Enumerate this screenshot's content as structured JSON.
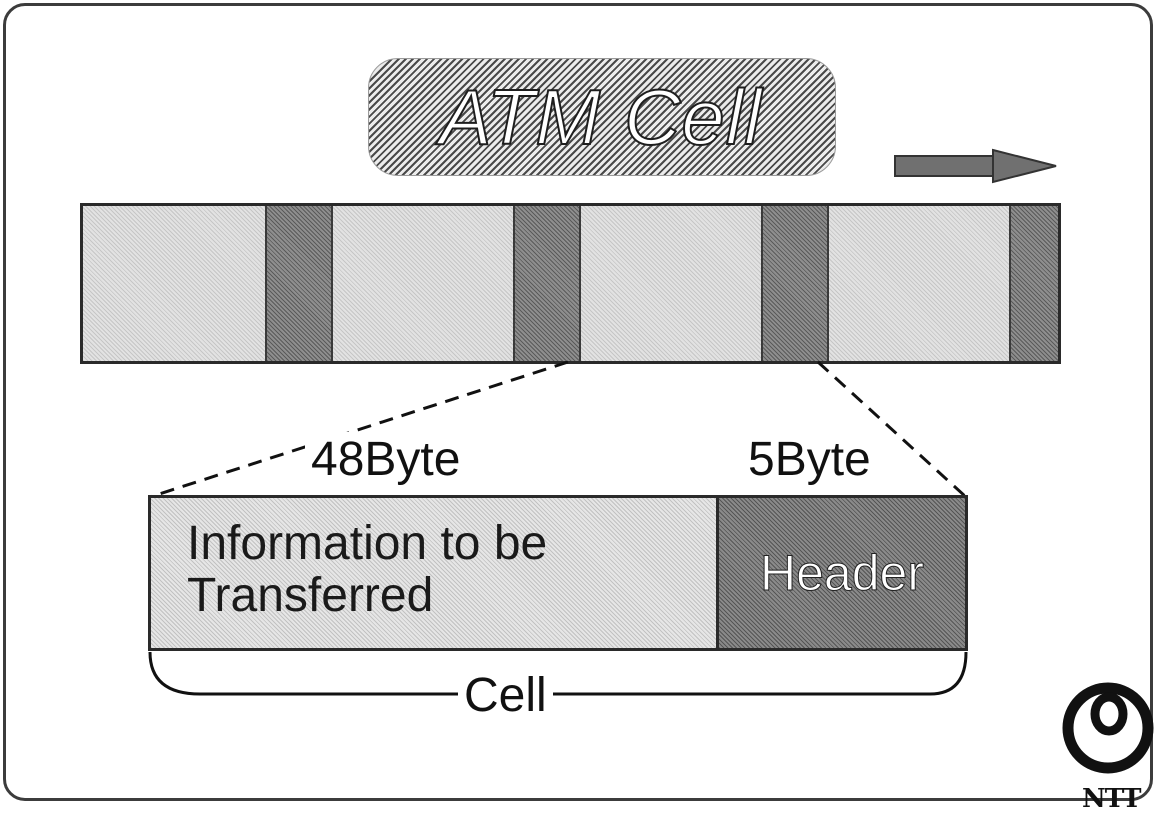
{
  "title": "ATM Cell",
  "stream": {
    "segments": [
      "payload",
      "header",
      "payload",
      "header",
      "payload",
      "header",
      "payload",
      "header"
    ],
    "direction": "right"
  },
  "cell": {
    "payload_size": "48Byte",
    "header_size": "5Byte",
    "payload_label_line1": "Information to be",
    "payload_label_line2": "Transferred",
    "header_label": "Header",
    "caption": "Cell"
  },
  "logo": {
    "text": "NTT"
  },
  "colors": {
    "frame": "#3c3c3c",
    "payload_fill": "#d4d4d4",
    "header_fill": "#707070"
  }
}
